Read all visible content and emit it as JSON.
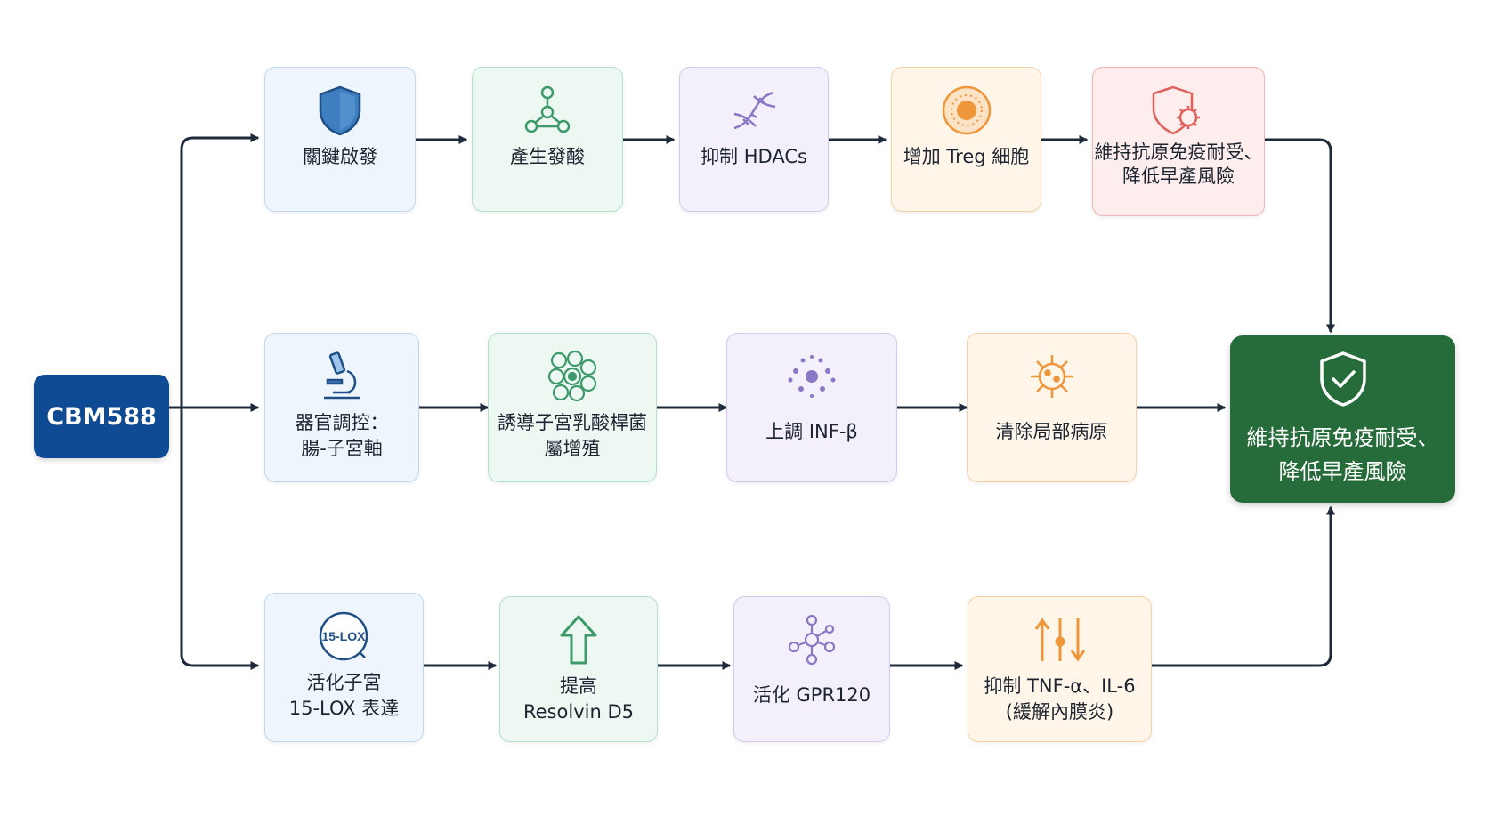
{
  "start": {
    "label": "CBM588"
  },
  "rows": [
    {
      "steps": [
        {
          "label": "關鍵啟發",
          "icon": "shield-icon"
        },
        {
          "label": "產生發酸",
          "icon": "molecule-icon"
        },
        {
          "label": "抑制 HDACs",
          "icon": "dna-icon"
        },
        {
          "label": "增加 Treg 細胞",
          "icon": "cell-icon"
        },
        {
          "label": "維持抗原免疫耐受、\n降低早產風險",
          "icon": "shield-virus-icon"
        }
      ]
    },
    {
      "steps": [
        {
          "label": "器官調控：\n腸-子宮軸",
          "icon": "microscope-icon"
        },
        {
          "label": "誘導子宮乳酸桿菌\n屬增殖",
          "icon": "bacteria-cluster-icon"
        },
        {
          "label": "上調 INF-β",
          "icon": "dots-burst-icon"
        },
        {
          "label": "清除局部病原",
          "icon": "virus-icon"
        }
      ]
    },
    {
      "steps": [
        {
          "label": "活化子宮\n15-LOX 表達",
          "icon": "enzyme-badge-icon",
          "badge": "15-LOX"
        },
        {
          "label": "提高\nResolvin D5",
          "icon": "arrow-up-icon"
        },
        {
          "label": "活化 GPR120",
          "icon": "receptor-network-icon"
        },
        {
          "label": "抑制 TNF-α、IL-6\n(緩解內膜炎)",
          "icon": "regulate-arrows-icon"
        }
      ]
    }
  ],
  "final": {
    "label": "維持抗原免疫耐受、\n降低早產風險",
    "icon": "shield-check-icon"
  },
  "colors": {
    "start": "#0f4a94",
    "final": "#266b3a",
    "arrow": "#1f2a3a",
    "blue": "#3f7fc0",
    "green": "#3e9a6a",
    "purple": "#8a78c4",
    "orange": "#f0963a",
    "red": "#e0605a"
  }
}
